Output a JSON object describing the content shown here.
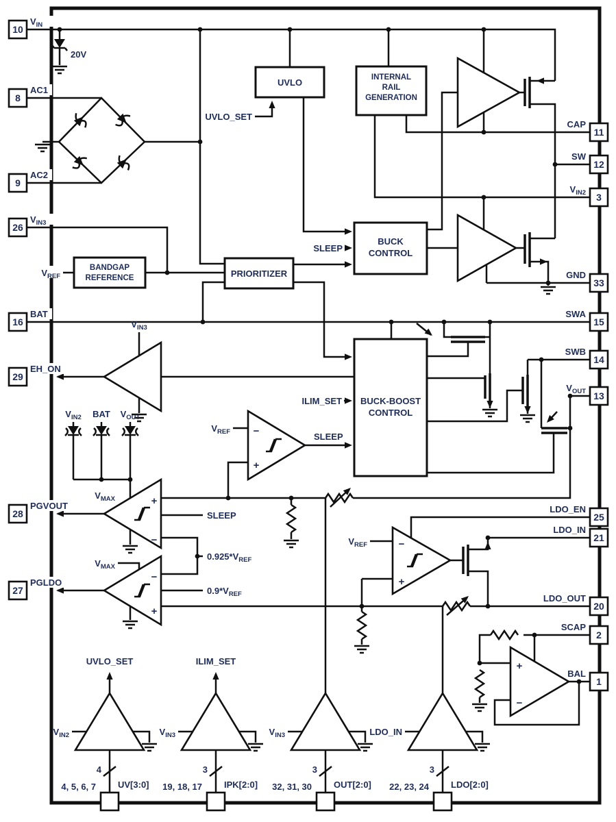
{
  "colors": {
    "text": "#1e2c58",
    "line": "#101010"
  },
  "pins": {
    "left": [
      {
        "num": "10",
        "main": "V",
        "sub": "IN"
      },
      {
        "num": "8",
        "main": "AC1",
        "sub": ""
      },
      {
        "num": "9",
        "main": "AC2",
        "sub": ""
      },
      {
        "num": "26",
        "main": "V",
        "sub": "IN3"
      },
      {
        "num": "16",
        "main": "BAT",
        "sub": ""
      },
      {
        "num": "29",
        "main": "EH_ON",
        "sub": ""
      },
      {
        "num": "28",
        "main": "PGVOUT",
        "sub": ""
      },
      {
        "num": "27",
        "main": "PGLDO",
        "sub": ""
      }
    ],
    "right": [
      {
        "num": "11",
        "main": "CAP",
        "sub": ""
      },
      {
        "num": "12",
        "main": "SW",
        "sub": ""
      },
      {
        "num": "3",
        "main": "V",
        "sub": "IN2"
      },
      {
        "num": "33",
        "main": "GND",
        "sub": ""
      },
      {
        "num": "15",
        "main": "SWA",
        "sub": ""
      },
      {
        "num": "14",
        "main": "SWB",
        "sub": ""
      },
      {
        "num": "13",
        "main": "V",
        "sub": "OUT"
      },
      {
        "num": "25",
        "main": "LDO_EN",
        "sub": ""
      },
      {
        "num": "21",
        "main": "LDO_IN",
        "sub": ""
      },
      {
        "num": "20",
        "main": "LDO_OUT",
        "sub": ""
      },
      {
        "num": "2",
        "main": "SCAP",
        "sub": ""
      },
      {
        "num": "1",
        "main": "BAL",
        "sub": ""
      }
    ],
    "bottom": [
      {
        "nums": "4, 5, 6, 7",
        "bus": "UV[3:0]",
        "width": "4"
      },
      {
        "nums": "19, 18, 17",
        "bus": "IPK[2:0]",
        "width": "3"
      },
      {
        "nums": "32, 31, 30",
        "bus": "OUT[2:0]",
        "width": "3"
      },
      {
        "nums": "22, 23, 24",
        "bus": "LDO[2:0]",
        "width": "3"
      }
    ]
  },
  "blocks": {
    "uvlo": "UVLO",
    "irg1": "INTERNAL",
    "irg2": "RAIL",
    "irg3": "GENERATION",
    "buck1": "BUCK",
    "buck2": "CONTROL",
    "bg1": "BANDGAP",
    "bg2": "REFERENCE",
    "prioritizer": "PRIORITIZER",
    "bbc1": "BUCK-BOOST",
    "bbc2": "CONTROL"
  },
  "signals": {
    "zener": "20V",
    "uvlo_set": "UVLO_SET",
    "sleep_buck": "SLEEP",
    "vref_main": "V",
    "vref_sub": "REF",
    "sleep_out": "SLEEP",
    "ilim_set": "ILIM_SET",
    "sleep_pg": "SLEEP",
    "v0925_main": "0.925*V",
    "v0925_sub": "REF",
    "v09_main": "0.9*V",
    "v09_sub": "REF",
    "vmax_main": "V",
    "vmax_sub": "MAX",
    "vin3_main": "V",
    "vin3_sub": "IN3",
    "vin2_main": "V",
    "vin2_sub": "IN2",
    "bat": "BAT",
    "vout_main": "V",
    "vout_sub": "OUT",
    "ldo_in": "LDO_IN",
    "dac_uvlo": "UVLO_SET",
    "dac_ilim": "ILIM_SET",
    "plus": "+",
    "minus": "−"
  }
}
